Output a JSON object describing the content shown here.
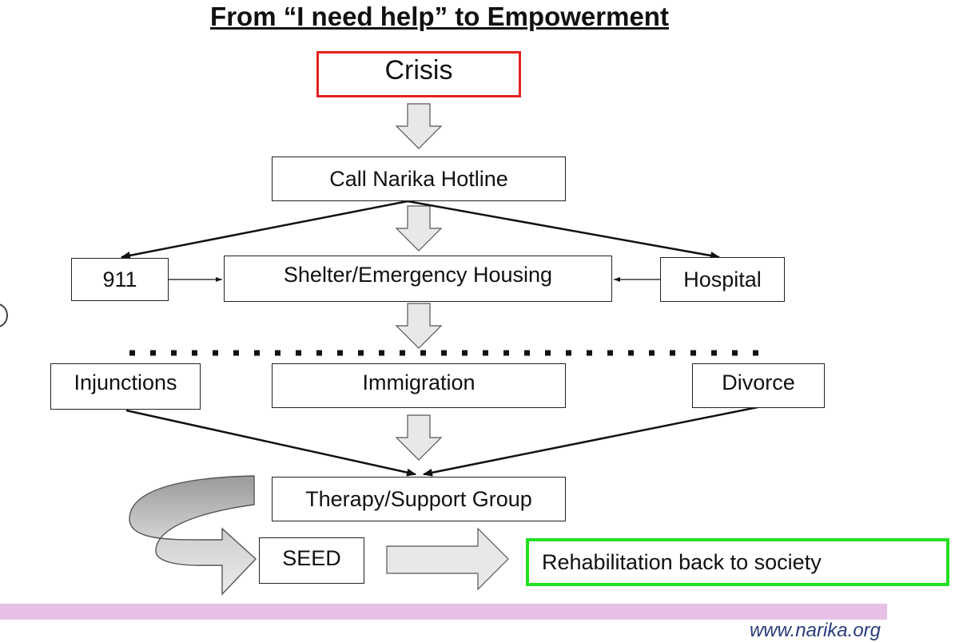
{
  "title": "From “I need help”  to Empowerment",
  "nodes": {
    "crisis": "Crisis",
    "hotline": "Call Narika Hotline",
    "n911": "911",
    "shelter": "Shelter/Emergency Housing",
    "hospital": "Hospital",
    "injunctions": "Injunctions",
    "immigration": "Immigration",
    "divorce": "Divorce",
    "therapy": "Therapy/Support Group",
    "seed": "SEED",
    "rehab": "Rehabilitation back to society"
  },
  "footer": {
    "url": "www.narika.org"
  },
  "colors": {
    "crisis_border": "#e5201f",
    "rehab_border": "#22e022",
    "block_arrow_fill": "#e8e8e8",
    "curved_arrow_dark": "#a8a8a8",
    "footer_bar": "#e8c0e6",
    "footer_text": "#2a3d7a"
  }
}
